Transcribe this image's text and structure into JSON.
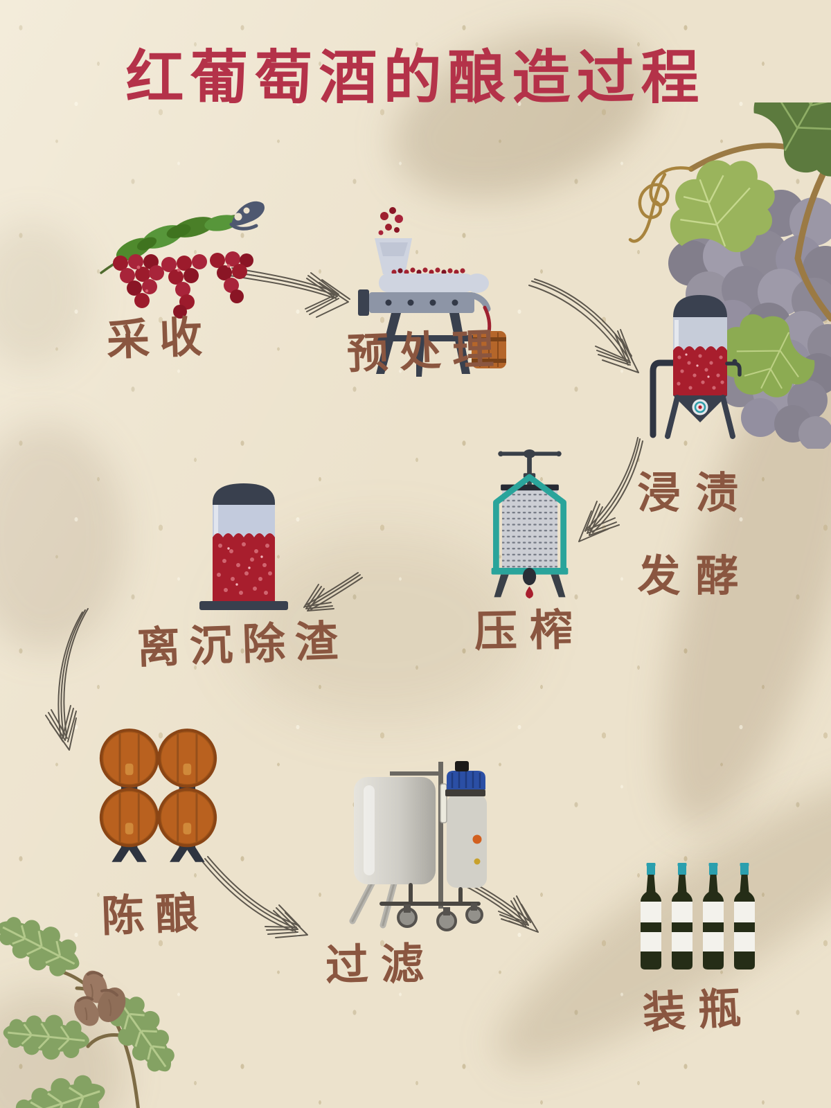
{
  "title": "红葡萄酒的酿造过程",
  "steps": [
    {
      "id": "harvest",
      "label": "采收"
    },
    {
      "id": "pretreatment",
      "label": "预处理"
    },
    {
      "id": "maceration-fermentation",
      "label": "浸渍发酵",
      "label_line1": "浸渍",
      "label_line2": "发酵"
    },
    {
      "id": "pressing",
      "label": "压榨"
    },
    {
      "id": "settling-racking",
      "label": "离沉除渣"
    },
    {
      "id": "aging",
      "label": "陈酿"
    },
    {
      "id": "filtration",
      "label": "过滤"
    },
    {
      "id": "bottling",
      "label": "装瓶"
    }
  ],
  "flow_order": [
    "采收",
    "预处理",
    "浸渍发酵",
    "压榨",
    "离沉除渣",
    "陈酿",
    "过滤",
    "装瓶"
  ],
  "icons": {
    "harvest": "grapes-and-pruning-shears-icon",
    "pretreatment": "crusher-destemmer-icon",
    "maceration_fermentation": "fermentation-tank-icon",
    "pressing": "basket-press-icon",
    "settling": "settling-tank-icon",
    "aging": "oak-barrels-icon",
    "filtration": "filter-machine-icon",
    "bottling": "wine-bottles-icon",
    "decorations": [
      "grapevine-decoration",
      "gray-grape-bunch",
      "oak-branch-decoration",
      "leaf-shadows",
      "sketch-arrows"
    ]
  },
  "colors": {
    "background": "#ece2cc",
    "title_red": "#b43249",
    "label_brown": "#8a5640",
    "arrow_ink": "#4a443c",
    "wine_red": "#a81e2d",
    "teal_frame": "#2aa49b",
    "barrel_orange": "#b9611f",
    "tank_navy": "#39404e",
    "leaf_green": "#6f9447",
    "gray_grape": "#8c8895",
    "bottle_green": "#252d17",
    "bottle_cap_teal": "#2b9fae"
  }
}
